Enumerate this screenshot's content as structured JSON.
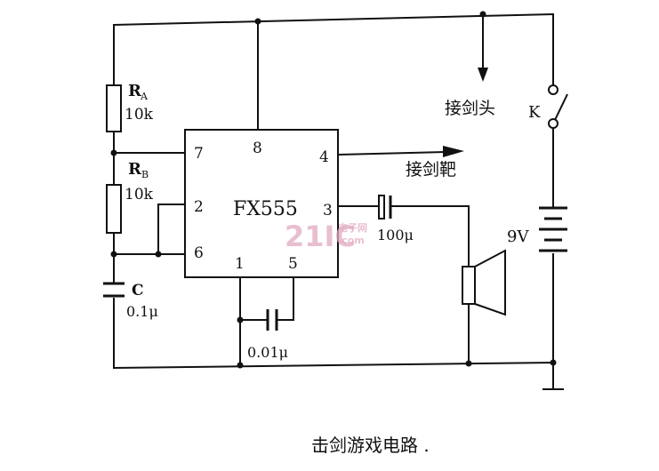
{
  "ic": {
    "name": "FX555",
    "pin_7": "7",
    "pin_8": "8",
    "pin_4": "4",
    "pin_2": "2",
    "pin_3": "3",
    "pin_6": "6",
    "pin_1": "1",
    "pin_5": "5"
  },
  "components": {
    "ra": {
      "letter": "R",
      "sub": "A",
      "value": "10k"
    },
    "rb": {
      "letter": "R",
      "sub": "B",
      "value": "10k"
    },
    "c": {
      "letter": "C",
      "value": "0.1μ"
    },
    "c_ctrl": {
      "value": "0.01μ"
    },
    "c_out": {
      "value": "100μ"
    },
    "battery": {
      "value": "9V"
    },
    "switch": {
      "label": "K"
    }
  },
  "labels": {
    "sword_head": "接剑头",
    "sword_target": "接剑靶",
    "caption": "击剑游戏电路 ."
  },
  "watermark": {
    "main": "21IC",
    "sub1": "电子网",
    "sub2": ".com"
  }
}
